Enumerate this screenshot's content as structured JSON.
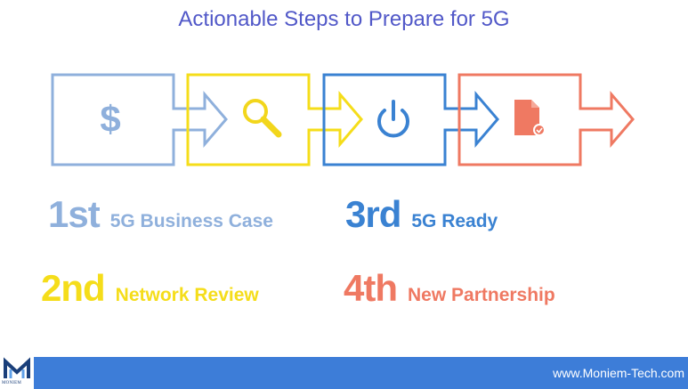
{
  "title": "Actionable Steps to Prepare for 5G",
  "steps": [
    {
      "ordinal": "1st",
      "name": "5G Business Case",
      "icon": "dollar-icon",
      "color": "#8fb0dc"
    },
    {
      "ordinal": "2nd",
      "name": "Network Review",
      "icon": "magnifier-icon",
      "color": "#f5dd1a"
    },
    {
      "ordinal": "3rd",
      "name": "5G Ready",
      "icon": "power-icon",
      "color": "#3a82d2"
    },
    {
      "ordinal": "4th",
      "name": "New Partnership",
      "icon": "document-check-icon",
      "color": "#ef7962"
    }
  ],
  "footer": {
    "logo_text": "MONIEM",
    "url": "www.Moniem-Tech.com",
    "color": "#3d7dd8"
  }
}
